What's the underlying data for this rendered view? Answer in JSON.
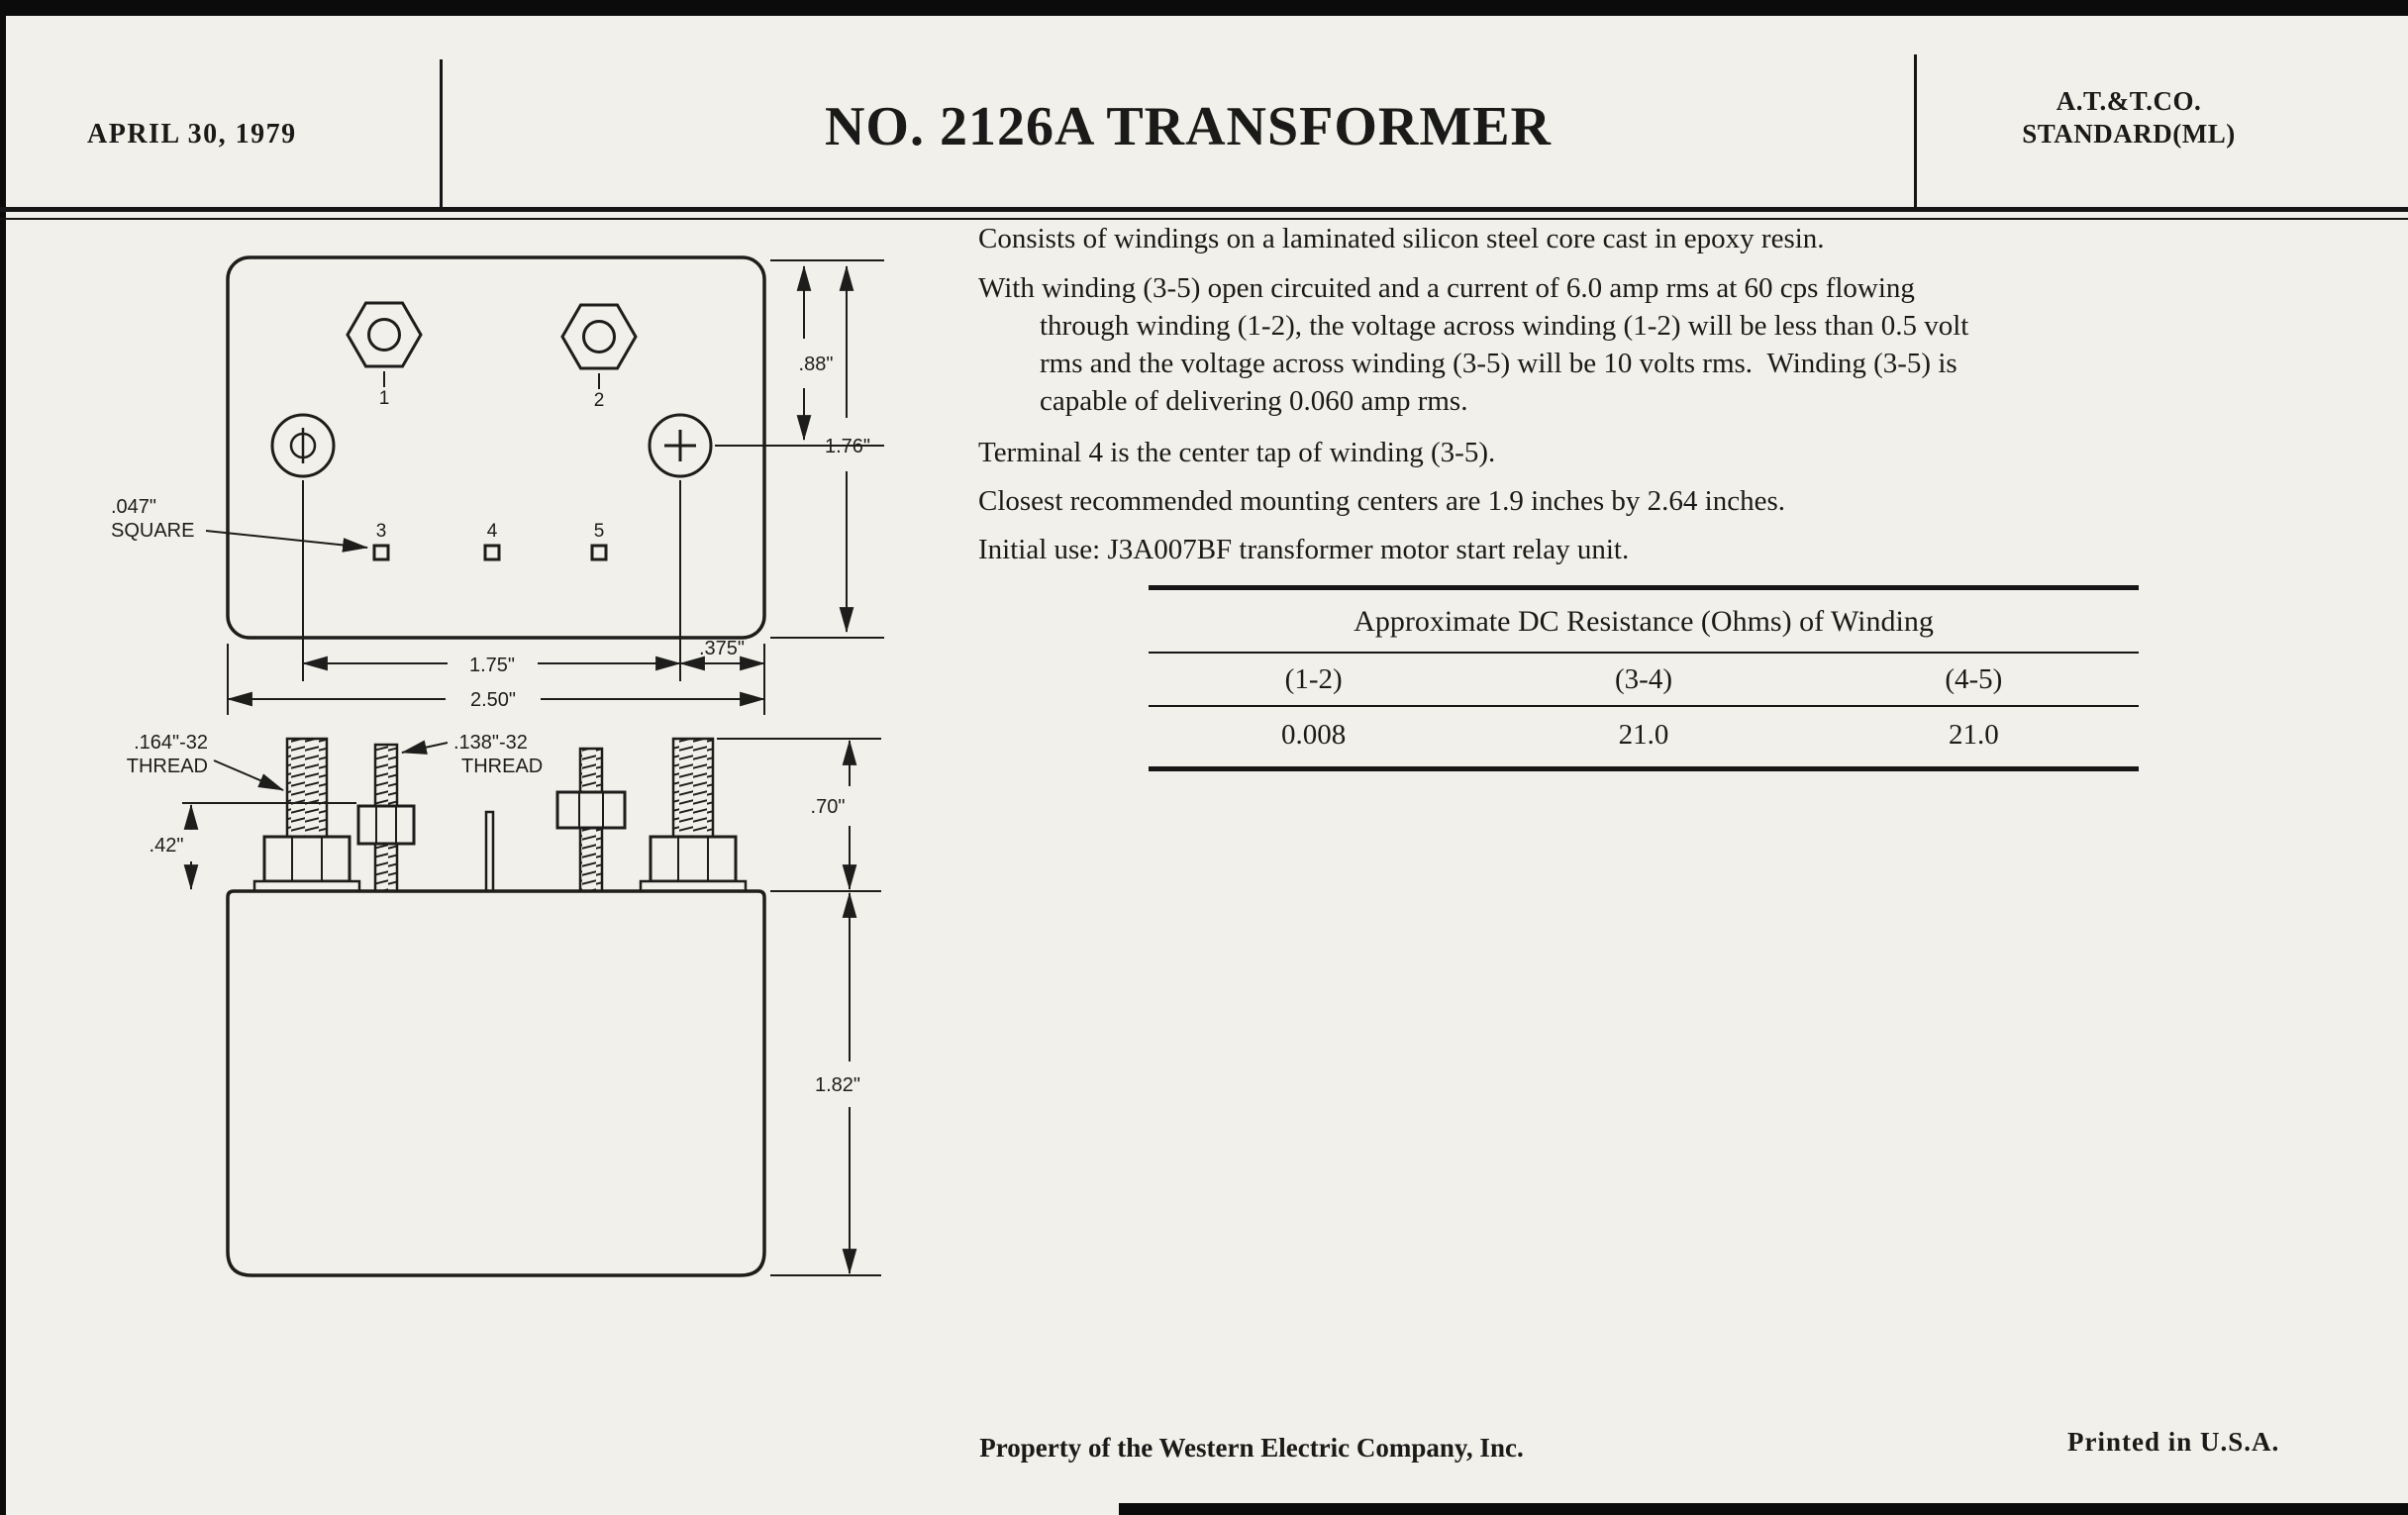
{
  "header": {
    "date": "APRIL 30, 1979",
    "title": "NO. 2126A TRANSFORMER",
    "standard_line1": "A.T.&T.CO.",
    "standard_line2": "STANDARD(ML)"
  },
  "specs": {
    "para1": "Consists of windings on a laminated silicon steel core cast in epoxy resin.",
    "para2_lines": [
      "With winding (3-5) open circuited and a current of 6.0 amp rms at 60 cps flowing",
      "through winding (1-2), the voltage across winding (1-2) will be less than 0.5 volt",
      "rms and the voltage across winding (3-5) will be 10 volts rms. Winding (3-5) is",
      "capable of delivering 0.060 amp rms."
    ],
    "para3": "Terminal 4 is the center tap of winding (3-5).",
    "para4": "Closest recommended mounting centers are 1.9 inches by 2.64 inches.",
    "para5": "Initial use: J3A007BF transformer motor start relay unit."
  },
  "resistance_table": {
    "title": "Approximate DC Resistance (Ohms) of Winding",
    "columns": [
      "(1-2)",
      "(3-4)",
      "(4-5)"
    ],
    "values": [
      "0.008",
      "21.0",
      "21.0"
    ]
  },
  "drawing": {
    "top_view": {
      "terminal_labels": [
        "1",
        "2",
        "3",
        "4",
        "5"
      ],
      "square_note_line1": ".047\"",
      "square_note_line2": "SQUARE",
      "dim_height_upper": ".88\"",
      "dim_height_total": "1.76\"",
      "dim_width_left": "1.75\"",
      "dim_width_right": ".375\"",
      "dim_width_total": "2.50\""
    },
    "side_view": {
      "thread_left_line1": ".164\"-32",
      "thread_left_line2": "THREAD",
      "thread_right_line1": ".138\"-32",
      "thread_right_line2": "THREAD",
      "dim_nut_height": ".42\"",
      "dim_stud_height": ".70\"",
      "dim_body_height": "1.82\""
    }
  },
  "footer": {
    "property": "Property of the Western Electric Company, Inc.",
    "printed": "Printed in U.S.A."
  }
}
